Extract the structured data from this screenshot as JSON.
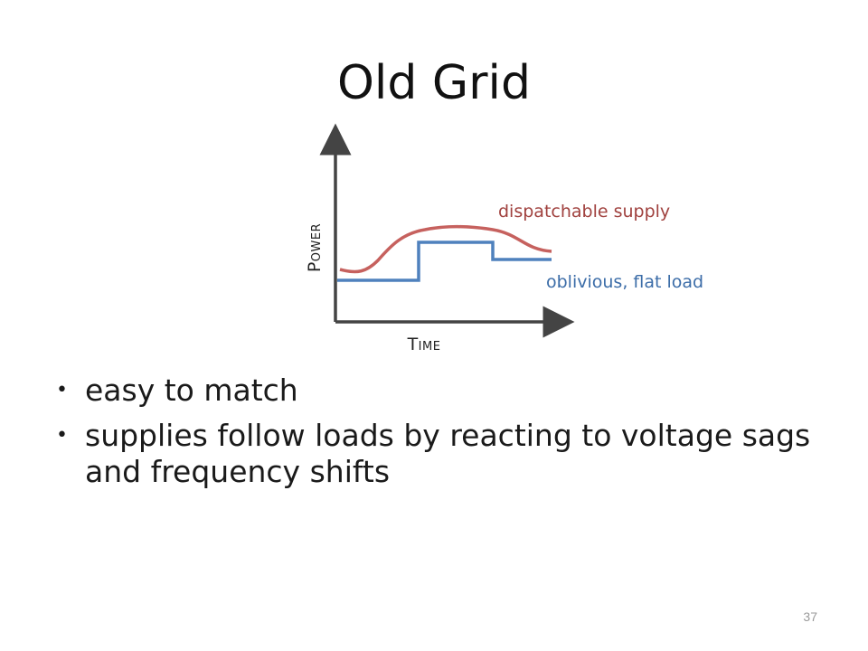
{
  "slide": {
    "title": "Old Grid",
    "page_number": "37"
  },
  "diagram": {
    "y_axis_label": "Power",
    "x_axis_label": "Time",
    "supply_label": "dispatchable supply",
    "load_label": "oblivious, flat load",
    "supply_color": "#c0504d",
    "load_color": "#4f81bd",
    "axis_color": "#444444"
  },
  "bullets": [
    {
      "text": "easy to match"
    },
    {
      "text": "supplies follow loads by reacting to voltage sags and frequency shifts"
    }
  ]
}
